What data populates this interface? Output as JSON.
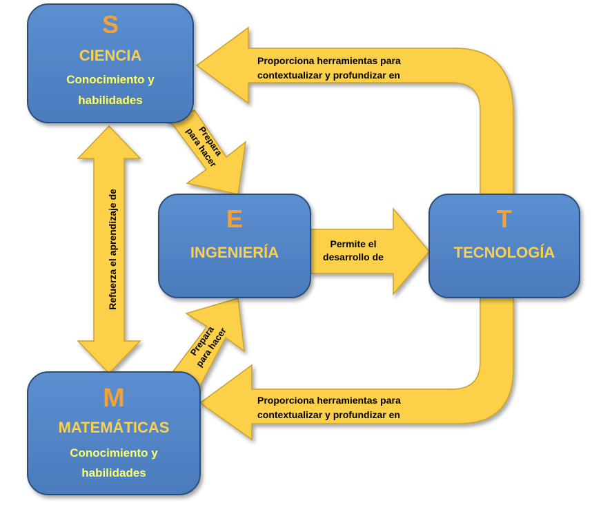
{
  "colors": {
    "box_fill": "#4f81bd",
    "box_stroke": "#2c4d75",
    "arrow_fill": "#fcd04a",
    "arrow_stroke": "#c9a02a",
    "letter": "#f5a13a",
    "title": "#fcd04a",
    "sub": "#ffff66",
    "arrow_text": "#000000"
  },
  "boxes": {
    "s": {
      "letter": "S",
      "title": "CIENCIA",
      "sub1": "Conocimiento y",
      "sub2": "habilidades"
    },
    "e": {
      "letter": "E",
      "title": "INGENIERÍA"
    },
    "t": {
      "letter": "T",
      "title": "TECNOLOGÍA"
    },
    "m": {
      "letter": "M",
      "title": "MATEMÁTICAS",
      "sub1": "Conocimiento y",
      "sub2": "habilidades"
    }
  },
  "arrows": {
    "t_to_s": {
      "line1": "Proporciona herramientas para",
      "line2": "contextualizar y profundizar en"
    },
    "t_to_m": {
      "line1": "Proporciona herramientas para",
      "line2": "contextualizar y profundizar en"
    },
    "e_to_t": {
      "line1": "Permite el",
      "line2": "desarrollo de"
    },
    "s_to_e": {
      "line1": "Prepara",
      "line2": "para hacer"
    },
    "m_to_e": {
      "line1": "Prepara",
      "line2": "para hacer"
    },
    "s_m": {
      "line1": "Refuerza el aprendizaje de"
    }
  }
}
